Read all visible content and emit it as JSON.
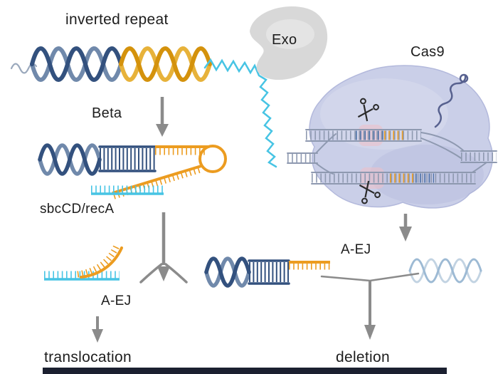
{
  "labels": {
    "inverted_repeat": "inverted repeat",
    "exo": "Exo",
    "cas9": "Cas9",
    "beta": "Beta",
    "sbccd_reca": "sbcCD/recA",
    "aej_left": "A-EJ",
    "aej_right": "A-EJ",
    "translocation": "translocation",
    "deletion": "deletion"
  },
  "icons": {
    "scissors": "✂"
  },
  "colors": {
    "background": "#ffffff",
    "text": "#1d1d1d",
    "dna_blue": "#33517e",
    "dna_blue_light": "#7089ab",
    "dna_gold": "#d4920c",
    "dna_gold_light": "#e7b23a",
    "ssdna_cyan": "#47c4e4",
    "orange_strand": "#ec9c20",
    "duplex_gray": "#8e99b0",
    "duplex_blue": "#4a6fa5",
    "exo_gray": "#d8d8d8",
    "cas9_lavender": "#cacfe8",
    "cas9_outline": "#b3b9dc",
    "arrow_gray": "#8b8b8b",
    "cut_pink": "#eebfc6",
    "scissors": "#2a2a2a",
    "sgrna_blue": "#57618f",
    "faded_blue": "#93b3d0",
    "faded_blue_light": "#bccfdf",
    "tail_gray": "#9aa8bc",
    "bottom_bar": "#1b2030"
  }
}
